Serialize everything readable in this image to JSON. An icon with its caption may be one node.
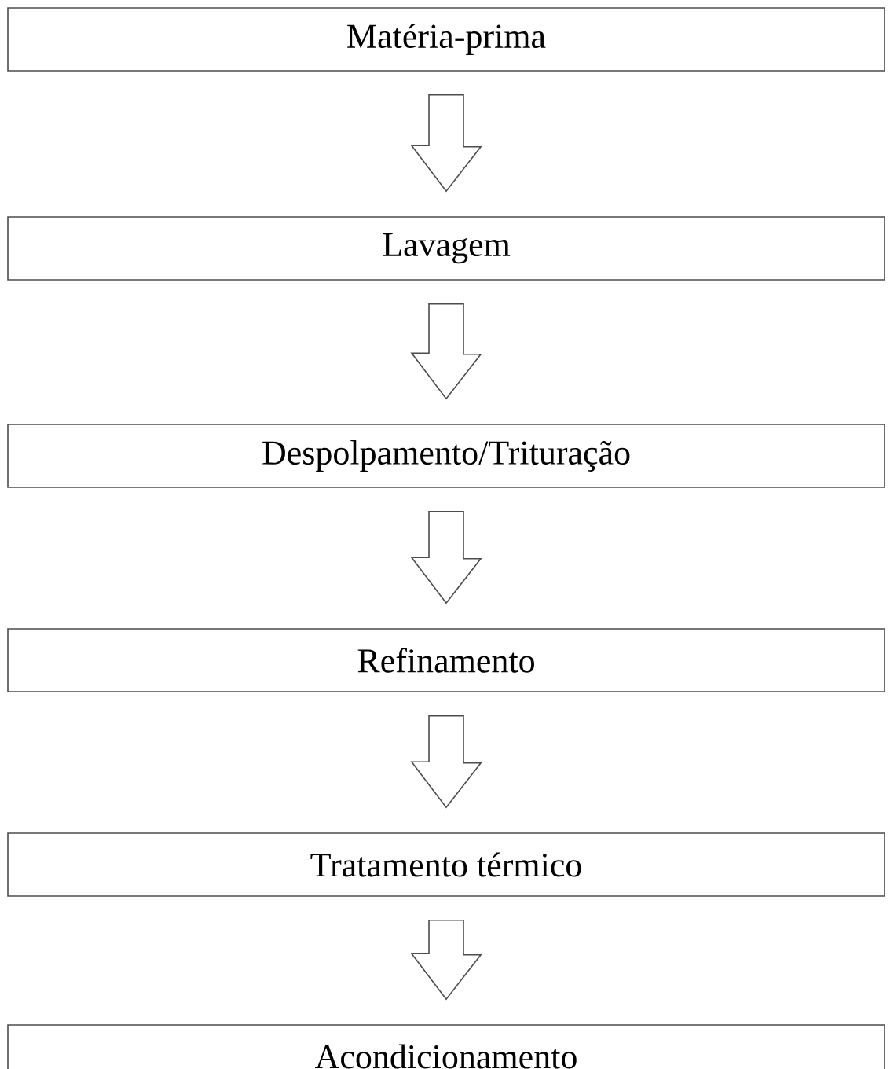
{
  "diagram": {
    "nodes": [
      {
        "text": [
          "Matéria-prima"
        ]
      },
      {
        "text": [
          "Lavagem"
        ]
      },
      {
        "text": [
          "Despolpamento/Trituração"
        ]
      },
      {
        "text": [
          "Refinamento"
        ]
      },
      {
        "text": [
          "Tratamento térmico"
        ]
      },
      {
        "text": [
          "Acondicionamento"
        ]
      }
    ],
    "edges": [
      {
        "from": 0,
        "to": 1,
        "arrow": "to"
      },
      {
        "from": 1,
        "to": 2,
        "arrow": "to"
      },
      {
        "from": 2,
        "to": 3,
        "arrow": "to"
      },
      {
        "from": 3,
        "to": 4,
        "arrow": "to"
      },
      {
        "from": 4,
        "to": 5,
        "arrow": "to"
      }
    ]
  }
}
